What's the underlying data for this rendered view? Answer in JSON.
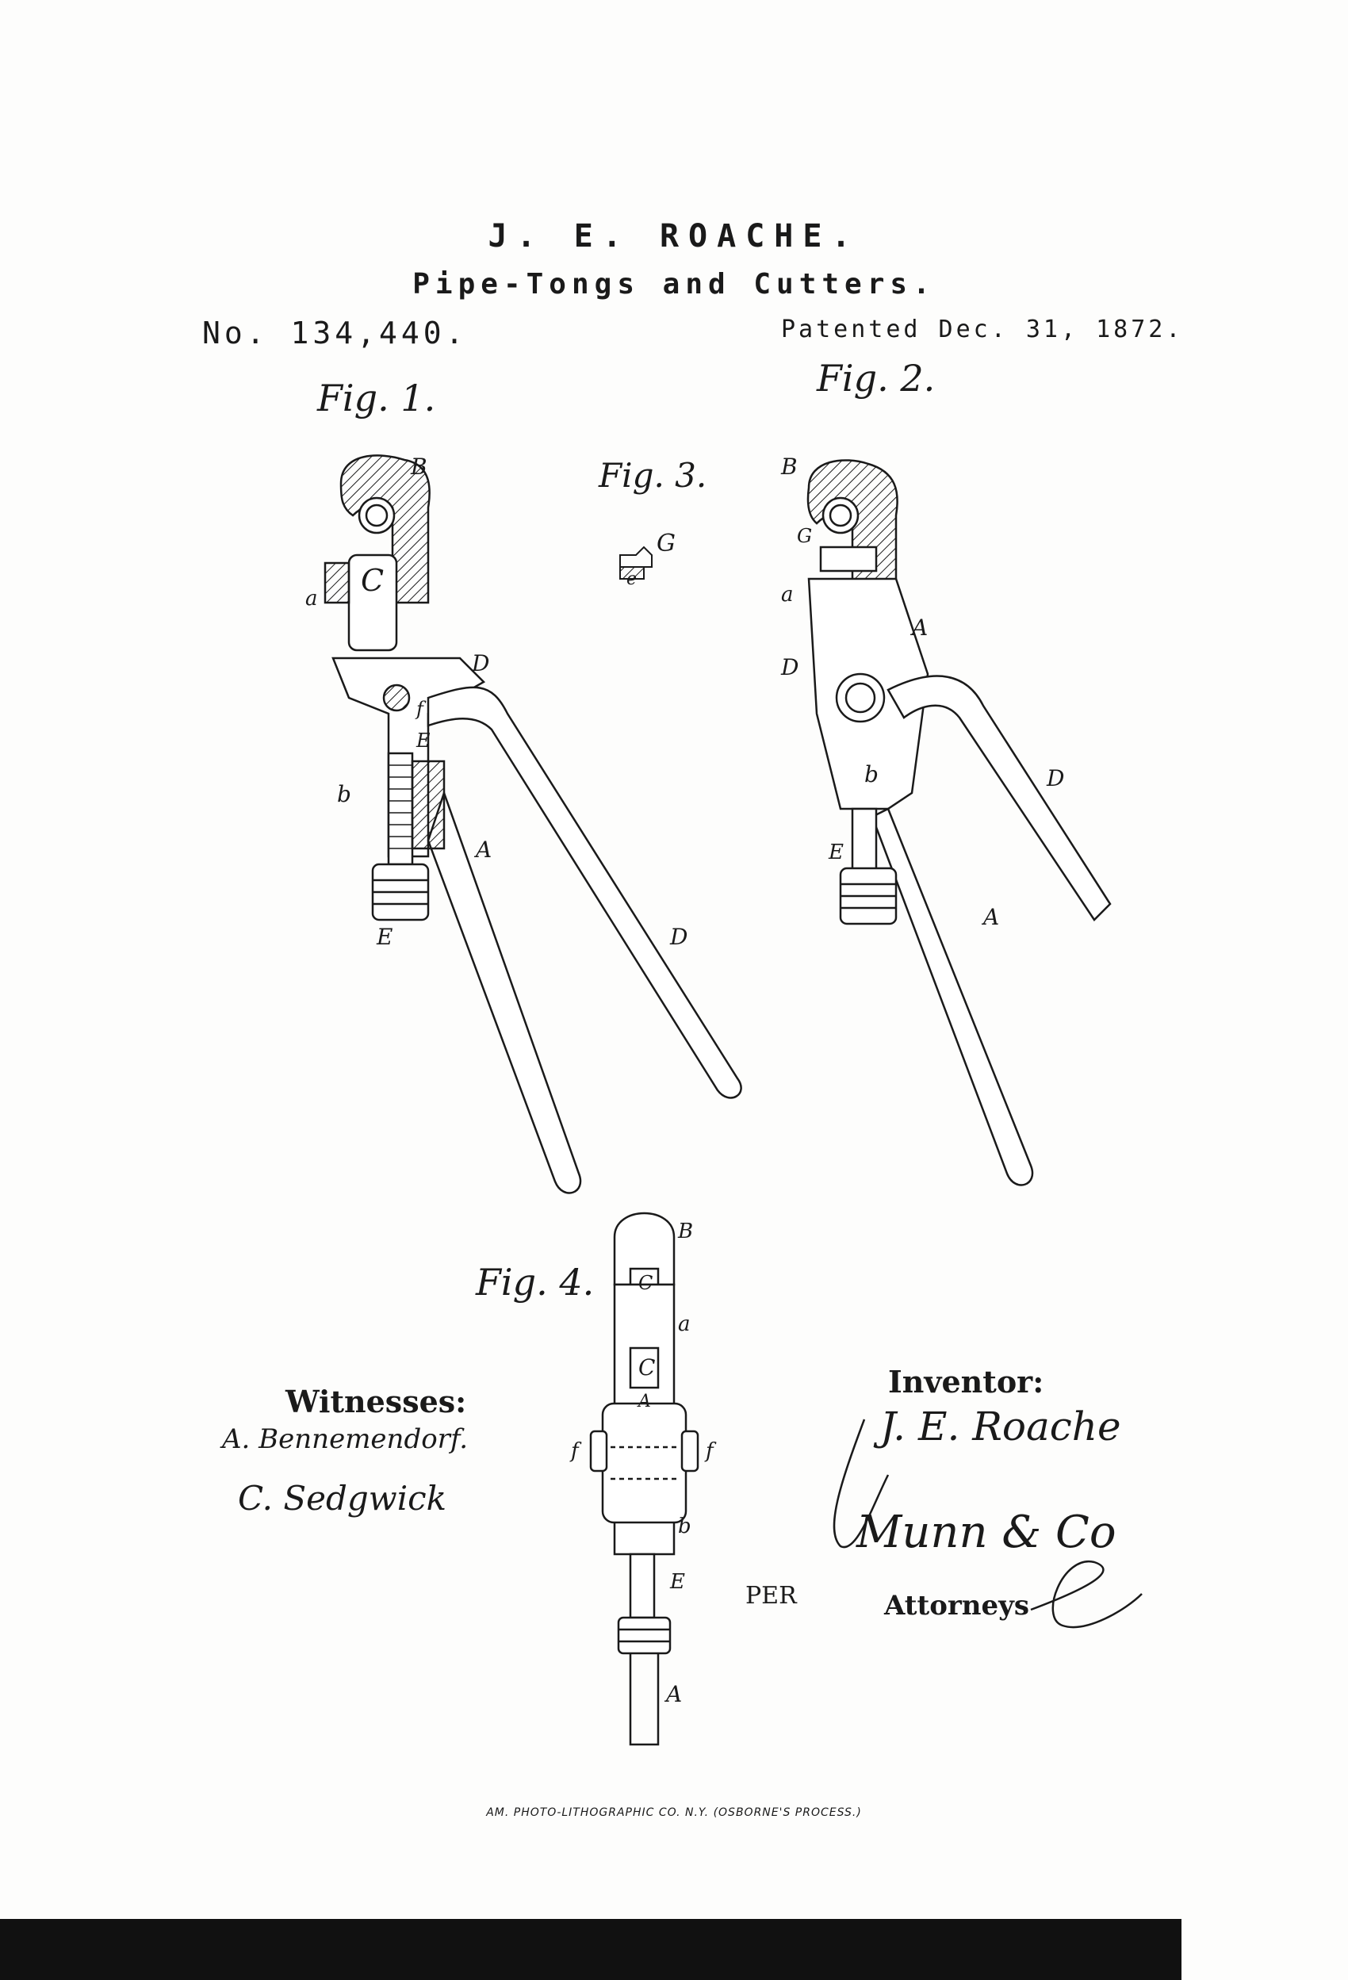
{
  "header": {
    "inventor_name": "J. E. ROACHE.",
    "title": "Pipe-Tongs and Cutters.",
    "patent_number": "No. 134,440.",
    "patent_date": "Patented Dec. 31, 1872."
  },
  "figures": {
    "fig1": "Fig. 1.",
    "fig2": "Fig. 2.",
    "fig3": "Fig. 3.",
    "fig4": "Fig. 4."
  },
  "part_labels": {
    "A": "A",
    "B": "B",
    "C": "C",
    "D": "D",
    "E": "E",
    "G": "G",
    "a": "a",
    "b": "b",
    "e": "e",
    "f": "f"
  },
  "signatures": {
    "witnesses_label": "Witnesses:",
    "inventor_label": "Inventor:",
    "per_label": "PER",
    "attorneys_label": "Attorneys",
    "witness_1": "A. Bennemendorf.",
    "witness_2": "C. Sedgwick",
    "inventor_signature": "J. E. Roache",
    "attorney_signature": "Munn & Co"
  },
  "footer": {
    "printer": "AM. PHOTO-LITHOGRAPHIC CO. N.Y. (OSBORNE'S PROCESS.)"
  },
  "colors": {
    "paper": "#fdfdfc",
    "ink": "#1a1a1a"
  }
}
